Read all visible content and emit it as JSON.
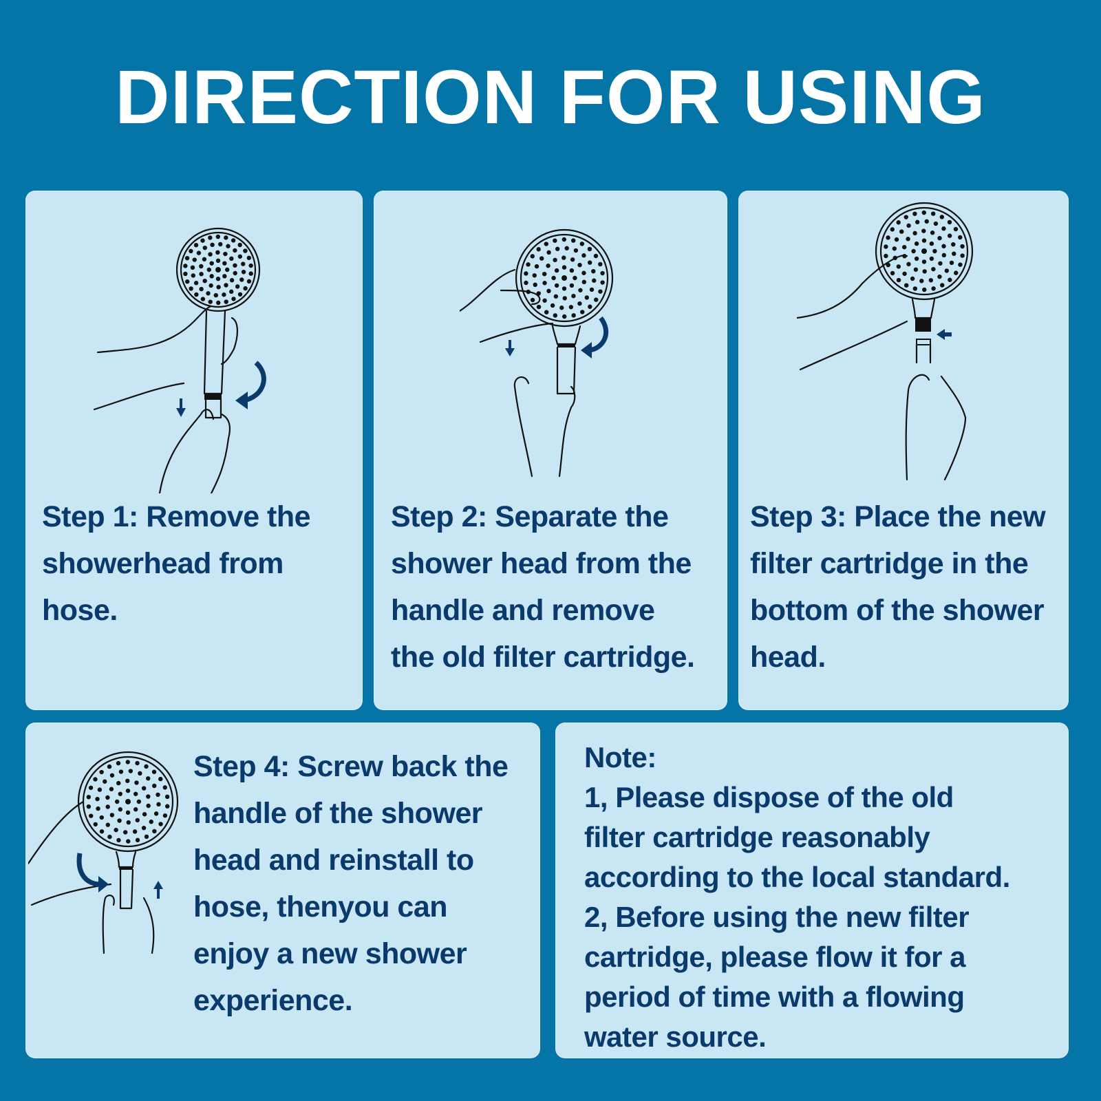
{
  "page": {
    "title": "DIRECTION FOR USING",
    "colors": {
      "background": "#0575A8",
      "panel": "#C8E6F3",
      "text": "#0A3A6B",
      "title": "#FFFFFF"
    }
  },
  "steps": [
    {
      "label": "Step 1: Remove the showerhead from hose.",
      "lines": [
        "Step 1: Remove the",
        "showerhead from",
        "hose."
      ],
      "illustration": "hand-removing-showerhead-from-hose",
      "icons": [
        "down-arrow-icon",
        "rotate-arrow-icon"
      ]
    },
    {
      "label": "Step 2: Separate the shower head from the handle and remove the old filter cartridge.",
      "lines": [
        "Step 2: Separate the",
        "shower head from the",
        "handle and remove",
        "the old filter cartridge."
      ],
      "illustration": "hands-separating-head-from-handle",
      "icons": [
        "down-arrow-icon",
        "rotate-arrow-icon"
      ]
    },
    {
      "label": "Step 3: Place the new filter cartridge in the bottom of the shower head.",
      "lines": [
        "Step 3: Place the new",
        "filter cartridge in the",
        "bottom of the shower",
        "head."
      ],
      "illustration": "hands-placing-new-cartridge",
      "icons": [
        "left-arrow-icon"
      ]
    },
    {
      "label": "Step 4: Screw back the handle of the shower head and reinstall to hose, thenyou can enjoy a new shower experience.",
      "lines": [
        "Step 4: Screw back the",
        "handle of the shower",
        "head and reinstall to",
        "hose, thenyou can",
        "enjoy a new shower",
        "experience."
      ],
      "illustration": "hands-screwing-handle-back",
      "icons": [
        "rotate-arrow-icon",
        "up-arrow-icon"
      ]
    }
  ],
  "note": {
    "heading": "Note:",
    "lines": [
      "1, Please dispose of the old",
      "filter cartridge reasonably",
      "according to the local standard.",
      "2, Before using the new filter",
      "cartridge, please flow it for a",
      "period of time with a flowing",
      "water source."
    ],
    "items": [
      "1, Please dispose of the old filter cartridge reasonably according to the local standard.",
      "2, Before using the new filter cartridge, please flow it for a period of time with a flowing water source."
    ]
  }
}
